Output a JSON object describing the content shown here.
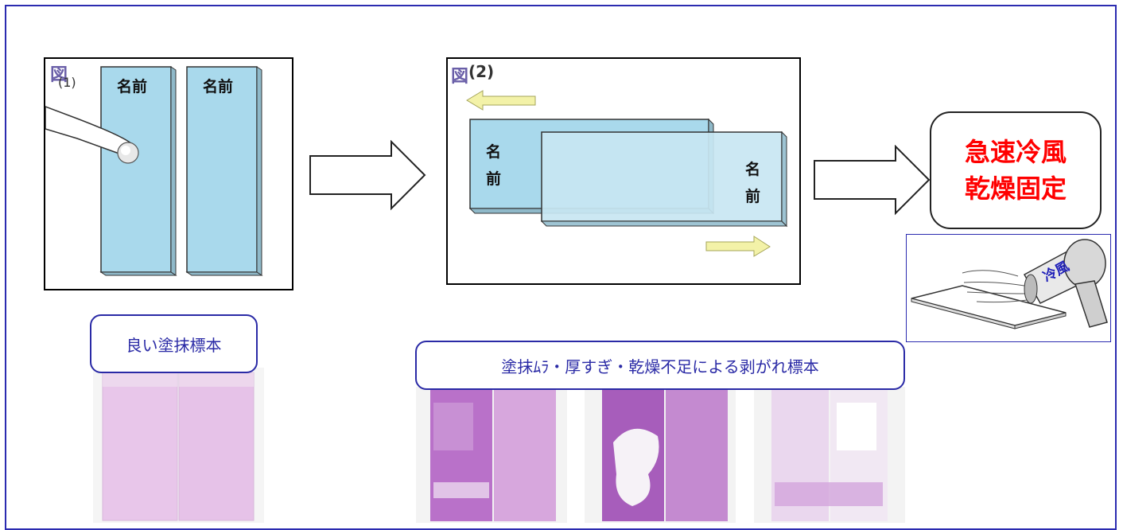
{
  "figure1": {
    "label_zu": "図",
    "label_num": "(1)",
    "slide_left_name": "名前",
    "slide_right_name": "名前"
  },
  "figure2": {
    "label_zu": "図",
    "label_num": "(2)",
    "slide_back_name": "名\n前",
    "slide_front_name": "名\n前"
  },
  "result_box": {
    "line1": "急速冷風",
    "line2": "乾燥固定"
  },
  "dryer": {
    "label": "冷風"
  },
  "good_callout": {
    "text": "良い塗抹標本"
  },
  "bad_callout": {
    "text": "塗抹ﾑﾗ・厚すぎ・乾燥不足による剥がれ標本"
  }
}
